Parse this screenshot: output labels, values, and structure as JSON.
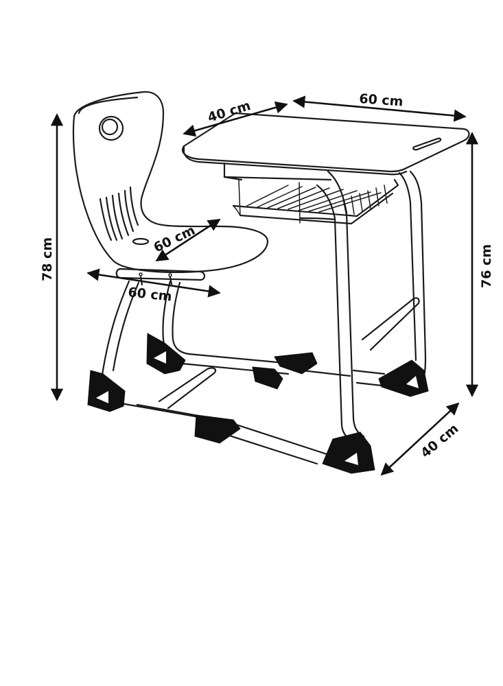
{
  "dimensions": {
    "desk_depth": "40 cm",
    "desk_width": "60 cm",
    "chair_height": "78 cm",
    "desk_height": "76 cm",
    "seat_depth": "60 cm",
    "seat_width": "60 cm",
    "base_depth": "40 cm"
  },
  "colors": {
    "line": "#1a1a1a",
    "feet": "#111111",
    "background": "#ffffff"
  }
}
